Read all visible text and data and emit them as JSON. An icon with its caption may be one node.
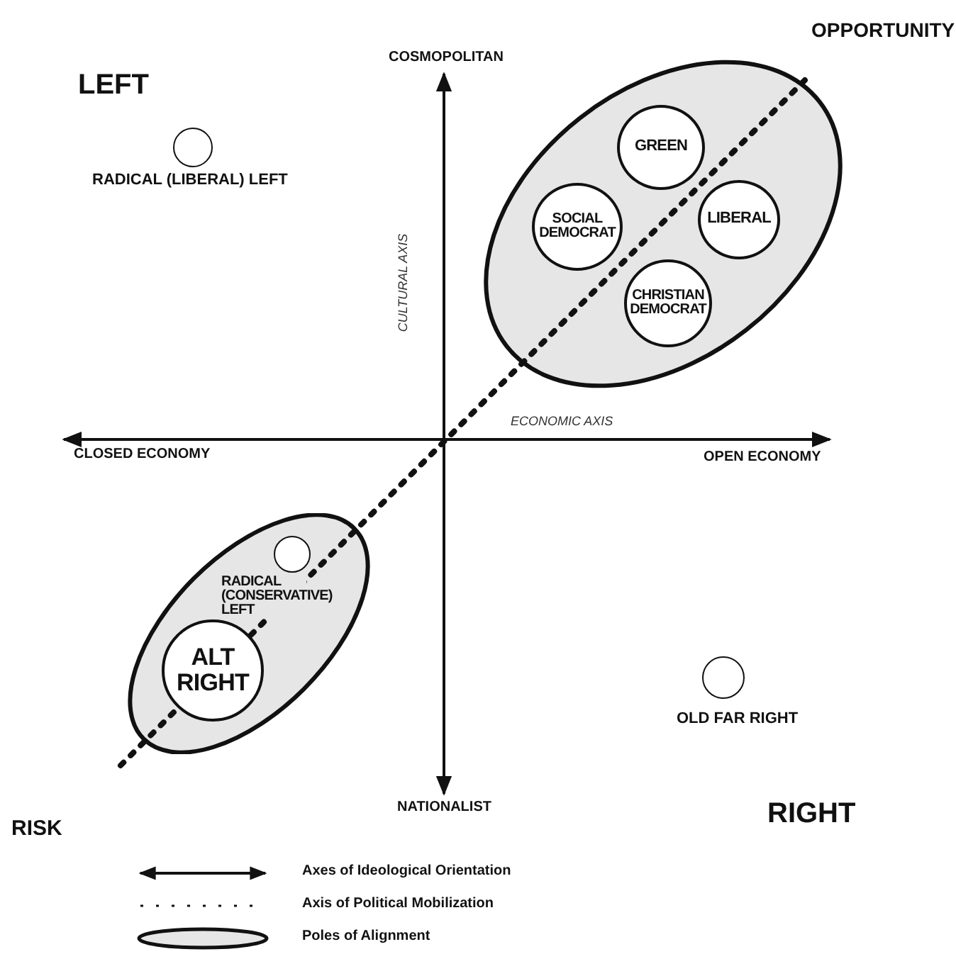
{
  "diagram": {
    "nodes": [
      {
        "text": [],
        "shape": "ellipse"
      },
      {
        "text": [
          "GREEN"
        ],
        "in": 0
      },
      {
        "text": [
          "SOCIAL DEMOCRAT"
        ],
        "in": 0
      },
      {
        "text": [
          "LIBERAL"
        ],
        "in": 0
      },
      {
        "text": [
          "CHRISTIAN DEMOCRAT"
        ],
        "in": 0
      },
      {
        "text": [],
        "shape": "circle",
        "beside": [
          "RADICAL (LIBERAL) LEFT"
        ]
      },
      {
        "text": [],
        "shape": "ellipse"
      },
      {
        "text": [
          "RADICAL (CONSERVATIVE) LEFT"
        ],
        "in": 6
      },
      {
        "text": [
          "ALT RIGHT"
        ],
        "in": 6
      },
      {
        "text": [],
        "shape": "circle",
        "beside": [
          "OLD FAR RIGHT"
        ]
      }
    ],
    "edges": [],
    "labels": [
      "OPPORTUNITY",
      "COSMOPOLITAN",
      "LEFT",
      "CULTURAL AXIS",
      "ECONOMIC AXIS",
      "CLOSED ECONOMY",
      "OPEN ECONOMY",
      "NATIONALIST",
      "RISK",
      "RIGHT"
    ],
    "legend": [
      {
        "text": "Axes of Ideological Orientation"
      },
      {
        "text": "Axis of Political Mobilization"
      },
      {
        "text": "Poles of Alignment"
      }
    ]
  }
}
